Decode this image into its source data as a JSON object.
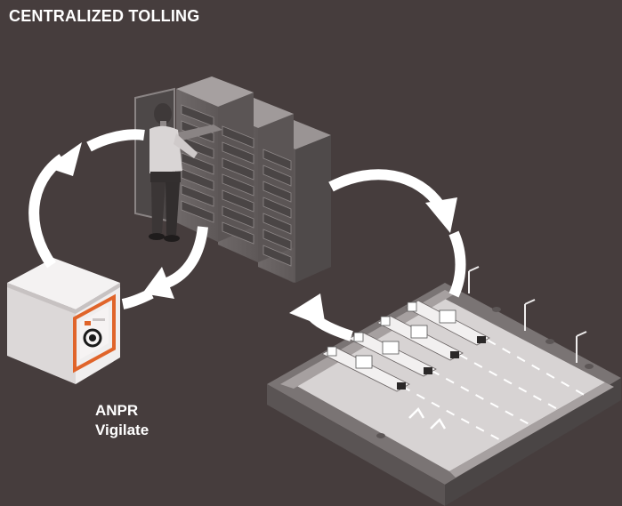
{
  "title": "CENTRALIZED TOLLING",
  "anpr": {
    "line1": "ANPR",
    "line2": "Vigilate"
  },
  "colors": {
    "background": "#463d3d",
    "arrow": "#ffffff",
    "accent": "#e0642a"
  },
  "icons": [
    "server-racks-icon",
    "operator-icon",
    "anpr-camera-box-icon",
    "toll-plaza-icon",
    "cycle-arrow-icon"
  ]
}
